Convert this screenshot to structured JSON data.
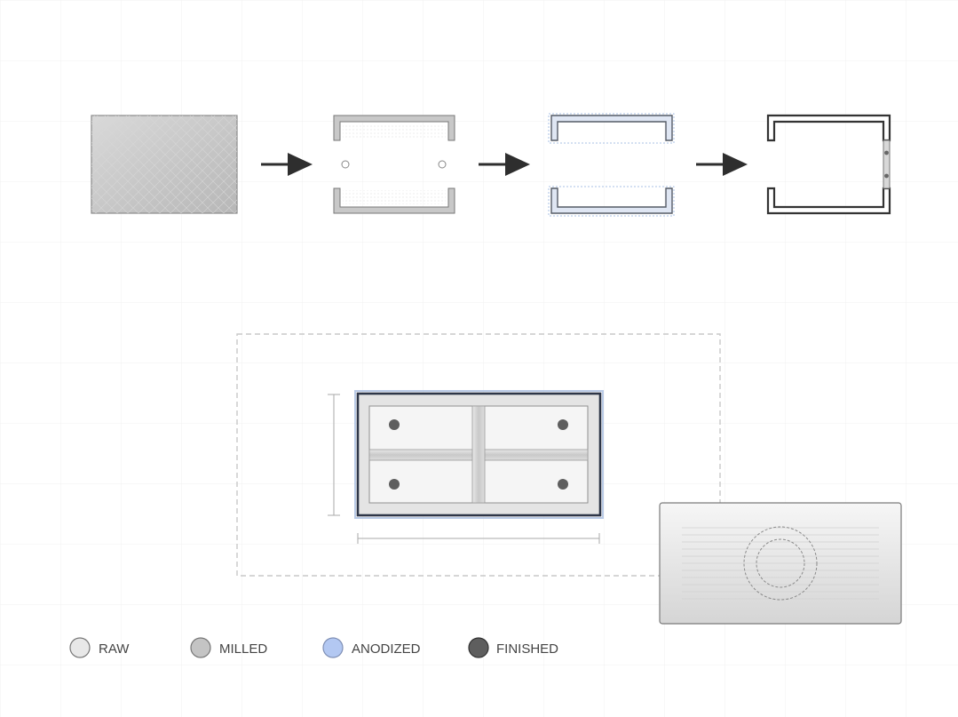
{
  "process_flow": {
    "stages": [
      {
        "name": "raw-stock-block",
        "state": "RAW"
      },
      {
        "name": "milled-channel",
        "state": "MILLED"
      },
      {
        "name": "anodized-channel",
        "state": "ANODIZED"
      },
      {
        "name": "finished-channel",
        "state": "FINISHED"
      }
    ],
    "arrow_count": 3
  },
  "assembly": {
    "bolt_count": 4,
    "has_width_dimension": true,
    "has_height_dimension": true
  },
  "legend": {
    "items": [
      {
        "label": "RAW",
        "color": "#e8e8e8",
        "stroke": "#777777"
      },
      {
        "label": "MILLED",
        "color": "#c4c4c4",
        "stroke": "#777777"
      },
      {
        "label": "ANODIZED",
        "color": "#b3c8f2",
        "stroke": "#7f8fb5"
      },
      {
        "label": "FINISHED",
        "color": "#5e5e5e",
        "stroke": "#333333"
      }
    ]
  },
  "colors": {
    "grid": "#f1f1f1",
    "arrow": "#2e2e2e",
    "dash": "#c8c8c8",
    "anodized_outline": "#9db4dc",
    "assembly_frame": "#2e3648"
  }
}
